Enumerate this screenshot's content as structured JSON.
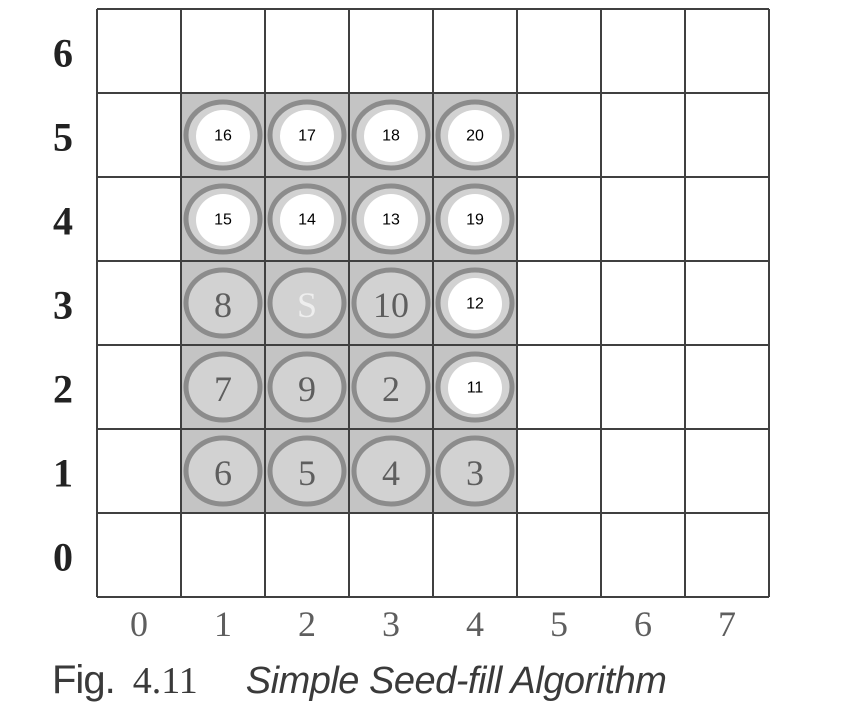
{
  "figure": {
    "caption_prefix": "Fig.",
    "caption_number": "4.11",
    "caption_title": "Simple Seed-fill Algorithm"
  },
  "grid": {
    "x_ticks": [
      "0",
      "1",
      "2",
      "3",
      "4",
      "5",
      "6",
      "7"
    ],
    "y_ticks": [
      "0",
      "1",
      "2",
      "3",
      "4",
      "5",
      "6"
    ],
    "region": {
      "x_min": 1,
      "x_max": 4,
      "y_min": 1,
      "y_max": 5
    }
  },
  "colors": {
    "grid_line": "#404040",
    "region_fill": "#c4c4c4",
    "circle_fill": "#d2d2d2",
    "circle_stroke": "#8c8c8c",
    "printed_label": "#5e5e5e",
    "seed_label": "#eeeeee",
    "overlay_fill": "#ffffff",
    "overlay_label": "#000000"
  },
  "cells": [
    {
      "x": 1,
      "y": 1,
      "label": "6",
      "style": "printed"
    },
    {
      "x": 2,
      "y": 1,
      "label": "5",
      "style": "printed"
    },
    {
      "x": 3,
      "y": 1,
      "label": "4",
      "style": "printed"
    },
    {
      "x": 4,
      "y": 1,
      "label": "3",
      "style": "printed"
    },
    {
      "x": 1,
      "y": 2,
      "label": "7",
      "style": "printed"
    },
    {
      "x": 2,
      "y": 2,
      "label": "9",
      "style": "printed"
    },
    {
      "x": 3,
      "y": 2,
      "label": "2",
      "style": "printed"
    },
    {
      "x": 4,
      "y": 2,
      "label": "11",
      "style": "overlay"
    },
    {
      "x": 1,
      "y": 3,
      "label": "8",
      "style": "printed"
    },
    {
      "x": 2,
      "y": 3,
      "label": "S",
      "style": "seed"
    },
    {
      "x": 3,
      "y": 3,
      "label": "10",
      "style": "printed"
    },
    {
      "x": 4,
      "y": 3,
      "label": "12",
      "style": "overlay"
    },
    {
      "x": 1,
      "y": 4,
      "label": "15",
      "style": "overlay"
    },
    {
      "x": 2,
      "y": 4,
      "label": "14",
      "style": "overlay"
    },
    {
      "x": 3,
      "y": 4,
      "label": "13",
      "style": "overlay"
    },
    {
      "x": 4,
      "y": 4,
      "label": "19",
      "style": "overlay"
    },
    {
      "x": 1,
      "y": 5,
      "label": "16",
      "style": "overlay"
    },
    {
      "x": 2,
      "y": 5,
      "label": "17",
      "style": "overlay"
    },
    {
      "x": 3,
      "y": 5,
      "label": "18",
      "style": "overlay"
    },
    {
      "x": 4,
      "y": 5,
      "label": "20",
      "style": "overlay"
    }
  ]
}
